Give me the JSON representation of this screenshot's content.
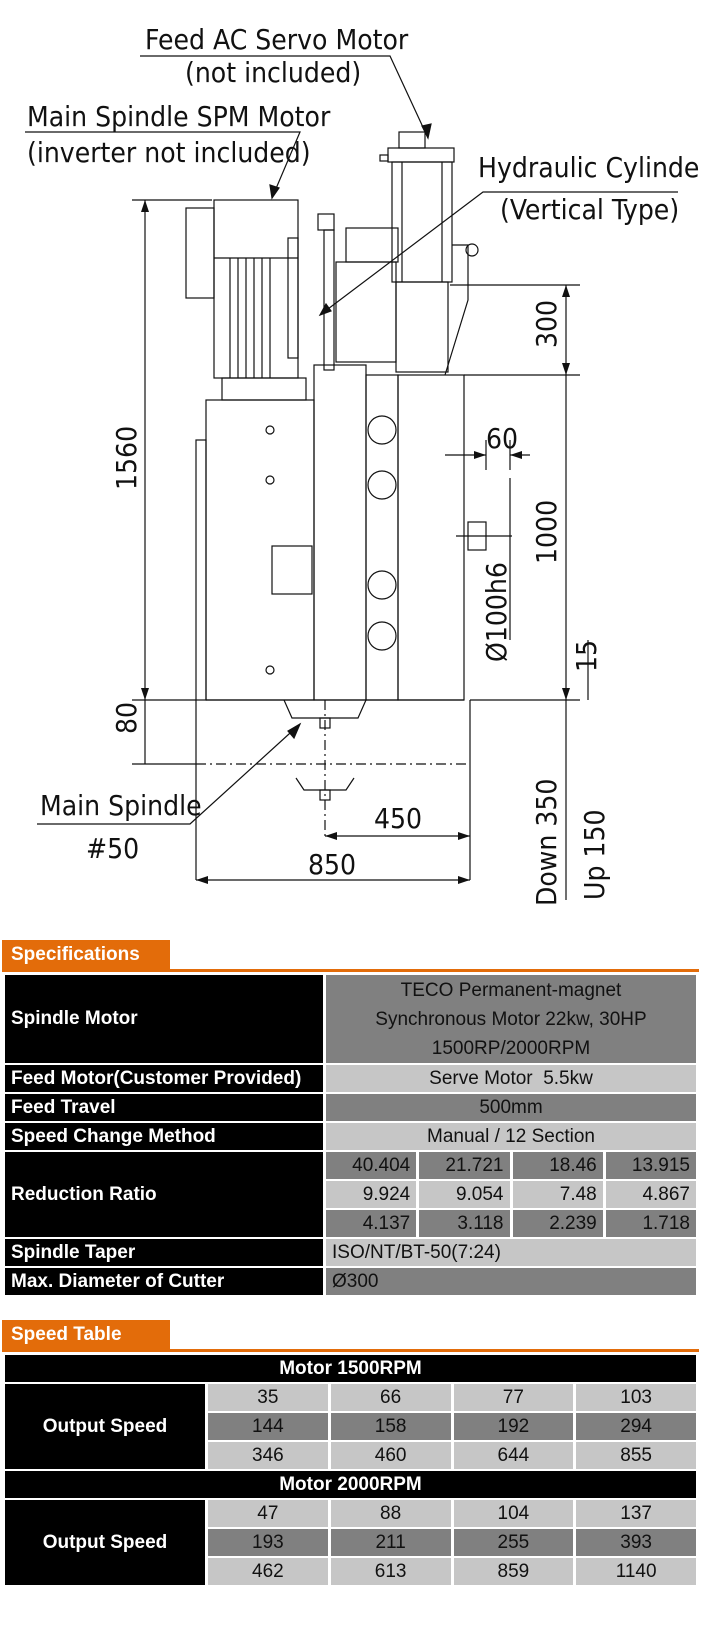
{
  "drawing": {
    "callouts": {
      "feed_motor": [
        "Feed AC Servo Motor",
        "(not included)"
      ],
      "spindle_motor": [
        "Main Spindle SPM Motor",
        "(inverter not included)"
      ],
      "hydraulic": [
        "Hydraulic Cylinder",
        "(Vertical Type)"
      ],
      "main_spindle": [
        "Main Spindle",
        "#50"
      ]
    },
    "dims": {
      "height_total": "1560",
      "d300": "300",
      "d60": "60",
      "d1000": "1000",
      "d_bore": "Ø100h6",
      "d15": "15",
      "d80": "80",
      "down": "Down 350",
      "up": "Up 150",
      "d450": "450",
      "d850": "850"
    }
  },
  "specifications": {
    "title": "Specifications",
    "spindle_motor": {
      "label": "Spindle Motor",
      "value": [
        "TECO Permanent-magnet",
        "Synchronous Motor 22kw, 30HP",
        "1500RP/2000RPM"
      ]
    },
    "feed_motor": {
      "label": "Feed Motor(Customer Provided)",
      "value": "Serve Motor  5.5kw"
    },
    "feed_travel": {
      "label": "Feed Travel",
      "value": "500mm"
    },
    "speed_change": {
      "label": "Speed Change Method",
      "value": "Manual / 12 Section"
    },
    "reduction": {
      "label": "Reduction Ratio",
      "rows": [
        [
          "40.404",
          "21.721",
          "18.46",
          "13.915"
        ],
        [
          "9.924",
          "9.054",
          "7.48",
          "4.867"
        ],
        [
          "4.137",
          "3.118",
          "2.239",
          "1.718"
        ]
      ]
    },
    "taper": {
      "label": "Spindle Taper",
      "value": "ISO/NT/BT-50(7:24)"
    },
    "cutter": {
      "label": "Max. Diameter of Cutter",
      "value": "Ø300"
    }
  },
  "speed_table": {
    "title": "Speed Table",
    "groups": [
      {
        "header": "Motor 1500RPM",
        "label": "Output Speed",
        "rows": [
          [
            "35",
            "66",
            "77",
            "103"
          ],
          [
            "144",
            "158",
            "192",
            "294"
          ],
          [
            "346",
            "460",
            "644",
            "855"
          ]
        ]
      },
      {
        "header": "Motor 2000RPM",
        "label": "Output Speed",
        "rows": [
          [
            "47",
            "88",
            "104",
            "137"
          ],
          [
            "193",
            "211",
            "255",
            "393"
          ],
          [
            "462",
            "613",
            "859",
            "1140"
          ]
        ]
      }
    ]
  }
}
